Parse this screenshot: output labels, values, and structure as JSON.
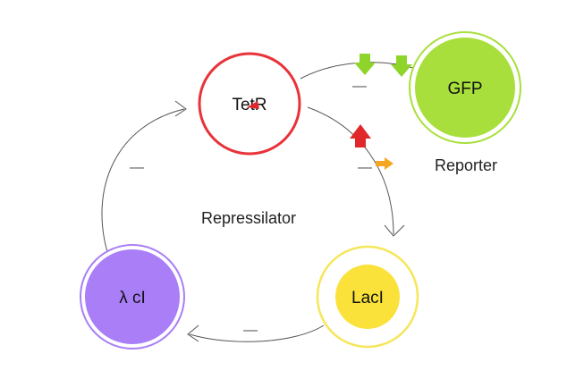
{
  "nodes": {
    "tetr": {
      "label": "TetR",
      "stroke": "#e8333a",
      "fill": "#ffffff"
    },
    "gfp": {
      "label": "GFP",
      "fill": "#a8df3c",
      "ring": "#a8df3c"
    },
    "laci": {
      "label": "LacI",
      "fill": "#fbe23b",
      "ring": "#f6e65a"
    },
    "lambda": {
      "label": "λ cI",
      "fill": "#a97ef7",
      "ring": "#a97ef7"
    }
  },
  "labels": {
    "center": "Repressilator",
    "reporter": "Reporter"
  },
  "inhibition_marks": [
    "—",
    "—",
    "—",
    "—",
    "—"
  ],
  "colors": {
    "edge": "#555555",
    "arrow_green": "#8fd42a",
    "arrow_red": "#e0282c",
    "arrow_orange": "#f5a623"
  },
  "icons": {
    "green_arrow": "down-arrow-icon",
    "red_arrow": "up-arrow-icon",
    "orange_arrow": "right-arrow-icon"
  }
}
